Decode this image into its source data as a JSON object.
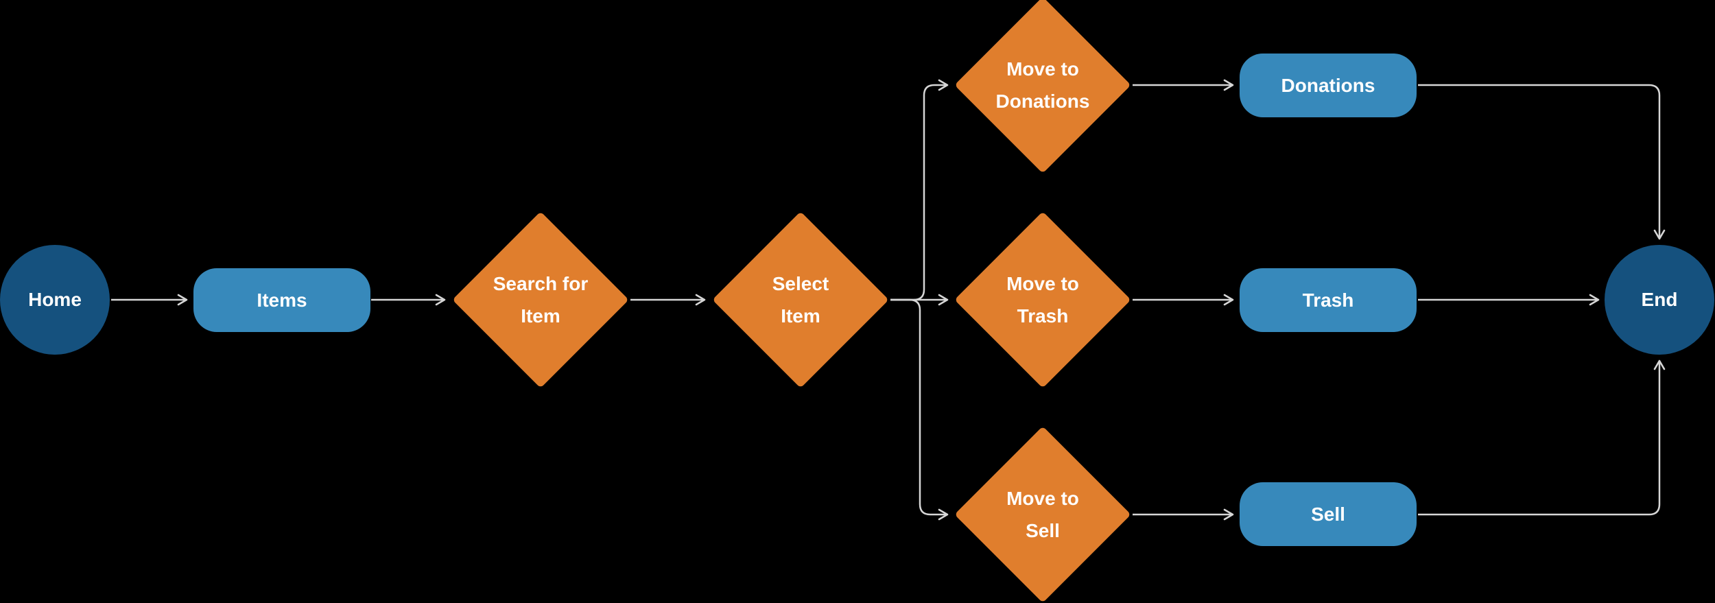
{
  "palette": {
    "canvas_bg": "#000000",
    "connector": "#d6d6d6",
    "terminator": "#15517e",
    "process": "#3789bb",
    "decision": "#e07e2d",
    "label": "#ffffff"
  },
  "diagram": {
    "type": "flowchart",
    "nodes": {
      "home": {
        "label": "Home",
        "shape": "circle"
      },
      "items": {
        "label": "Items",
        "shape": "rounded-rect"
      },
      "search": {
        "lines": [
          "Search for",
          "Item"
        ],
        "shape": "diamond"
      },
      "select": {
        "lines": [
          "Select",
          "Item"
        ],
        "shape": "diamond"
      },
      "move_donations": {
        "lines": [
          "Move to",
          "Donations"
        ],
        "shape": "diamond"
      },
      "move_trash": {
        "lines": [
          "Move to",
          "Trash"
        ],
        "shape": "diamond"
      },
      "move_sell": {
        "lines": [
          "Move to",
          "Sell"
        ],
        "shape": "diamond"
      },
      "donations": {
        "label": "Donations",
        "shape": "rounded-rect"
      },
      "trash": {
        "label": "Trash",
        "shape": "rounded-rect"
      },
      "sell": {
        "label": "Sell",
        "shape": "rounded-rect"
      },
      "end": {
        "label": "End",
        "shape": "circle"
      }
    },
    "edges": [
      {
        "from": "home",
        "to": "items"
      },
      {
        "from": "items",
        "to": "search"
      },
      {
        "from": "search",
        "to": "select"
      },
      {
        "from": "select",
        "to": "move_donations"
      },
      {
        "from": "select",
        "to": "move_trash"
      },
      {
        "from": "select",
        "to": "move_sell"
      },
      {
        "from": "move_donations",
        "to": "donations"
      },
      {
        "from": "move_trash",
        "to": "trash"
      },
      {
        "from": "move_sell",
        "to": "sell"
      },
      {
        "from": "donations",
        "to": "end"
      },
      {
        "from": "trash",
        "to": "end"
      },
      {
        "from": "sell",
        "to": "end"
      }
    ]
  }
}
